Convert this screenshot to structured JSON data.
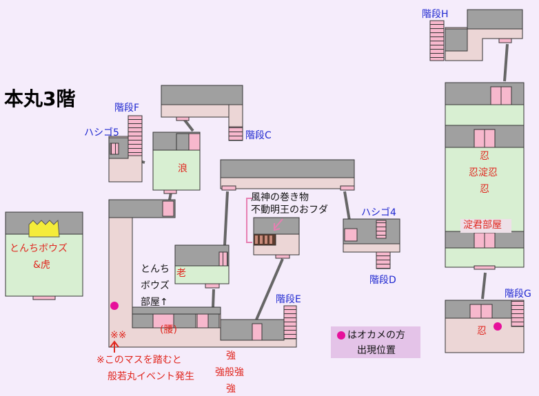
{
  "title": "本丸3階",
  "stairs": {
    "f": "階段F",
    "c": "階段C",
    "h": "階段H",
    "d": "階段D",
    "e": "階段E",
    "g": "階段G"
  },
  "ladders": {
    "five": "ハシゴ5",
    "four": "ハシゴ4"
  },
  "rooms": {
    "nami": "浪",
    "roujin": "老",
    "koshi": "(腰)",
    "tonchi_line1": "とんちボウズ",
    "tonchi_line2": "&虎"
  },
  "annotations": {
    "scroll_line1": "風神の巻き物",
    "scroll_line2": "不動明王のおフダ",
    "tonchi_room_1": "とんち",
    "tonchi_room_2": "ボウズ",
    "tonchi_room_3": "部屋↑",
    "trigger_mark": "※※",
    "trigger_note_1": "※このマスを踏むと",
    "trigger_note_2": "般若丸イベント発生",
    "okame_note_1": "はオカメの方",
    "okame_note_2": "出現位置"
  },
  "enemies": {
    "kyo_top": "強",
    "kyo_mid": "強般強",
    "kyo_bot": "強",
    "shinobi_1": "忍",
    "shinobi_2": "忍淀忍",
    "shinobi_3": "忍",
    "yodogimi_room": "淀君部屋",
    "shinobi_g": "忍"
  },
  "colors": {
    "wall": "#a0a0a0",
    "floor": "#ecd6d6",
    "green_room": "#d8efd2",
    "pink": "#f7b8cd",
    "okame_marker": "#e6109b",
    "yellow_marker": "#f4ec3a"
  }
}
